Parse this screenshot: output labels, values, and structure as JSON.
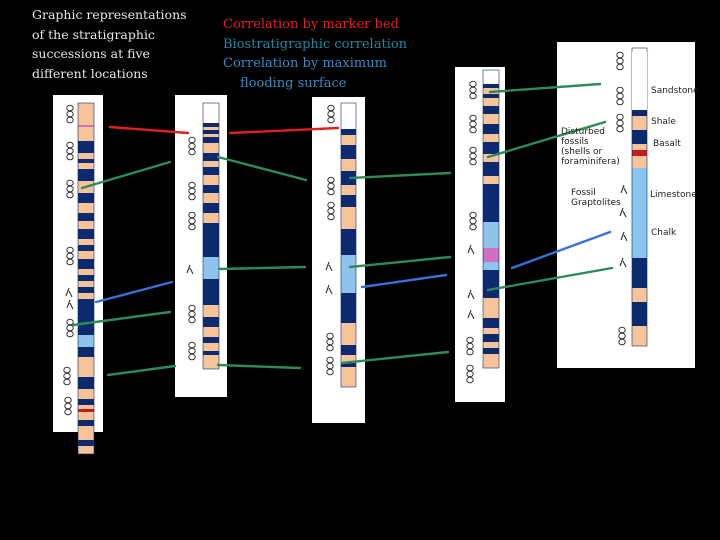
{
  "caption": {
    "text": "Graphic representations of the stratigraphic successions at five different locations"
  },
  "legend": {
    "marker_bed": "Correlation by marker bed",
    "biostrat": "Biostratigraphic correlation",
    "mfs_line1": "Correlation by maximum",
    "mfs_line2": "flooding surface"
  },
  "key": {
    "sandstone": "Sandstone",
    "shale": "Shale",
    "basalt": "Basalt",
    "limestone": "Limestone",
    "chalk": "Chalk",
    "disturbed_fossils_1": "Disturbed",
    "disturbed_fossils_2": "fossils",
    "disturbed_fossils_3": "(shells or",
    "disturbed_fossils_4": "foraminifera)",
    "fossil_graptolites_1": "Fossil",
    "fossil_graptolites_2": "Graptolites"
  },
  "colors": {
    "sandstone": "#f7c49a",
    "shale": "#0d2a6e",
    "limestone": "#8ec3ec",
    "basalt": "#c41d1d",
    "marker_bed_line": "#e02020",
    "biostrat_line": "#2e8b57",
    "mfs_line": "#3a6fd8"
  }
}
